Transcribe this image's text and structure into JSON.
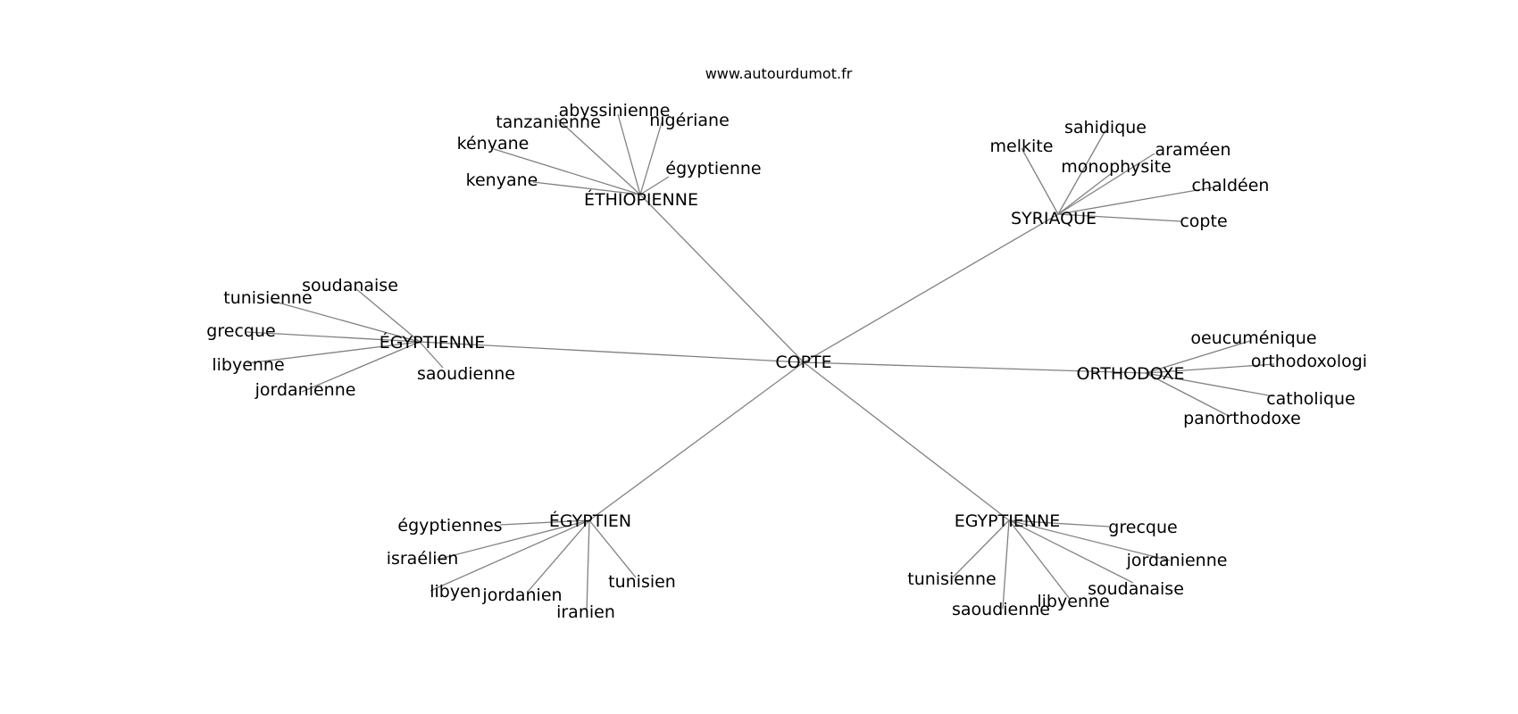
{
  "site": "www.autourdumot.fr",
  "graph": {
    "root": "COPTE",
    "branches": [
      {
        "label": "ÉTHIOPIENNE",
        "leaves": [
          "abyssinienne",
          "tanzanienne",
          "nigériane",
          "kényane",
          "égyptienne",
          "kenyane"
        ]
      },
      {
        "label": "SYRIAQUE",
        "leaves": [
          "sahidique",
          "melkite",
          "araméen",
          "monophysite",
          "chaldéen",
          "copte"
        ]
      },
      {
        "label": "ÉGYPTIENNE",
        "leaves": [
          "soudanaise",
          "tunisienne",
          "grecque",
          "libyenne",
          "jordanienne",
          "saoudienne"
        ]
      },
      {
        "label": "ORTHODOXE",
        "leaves": [
          "oeucuménique",
          "orthodoxologi",
          "catholique",
          "panorthodoxe"
        ]
      },
      {
        "label": "ÉGYPTIEN",
        "leaves": [
          "égyptiennes",
          "israélien",
          "libyen",
          "jordanien",
          "iranien",
          "tunisien"
        ]
      },
      {
        "label": "EGYPTIENNE",
        "leaves": [
          "grecque",
          "jordanienne",
          "tunisienne",
          "soudanaise",
          "libyenne",
          "saoudienne"
        ]
      }
    ]
  }
}
